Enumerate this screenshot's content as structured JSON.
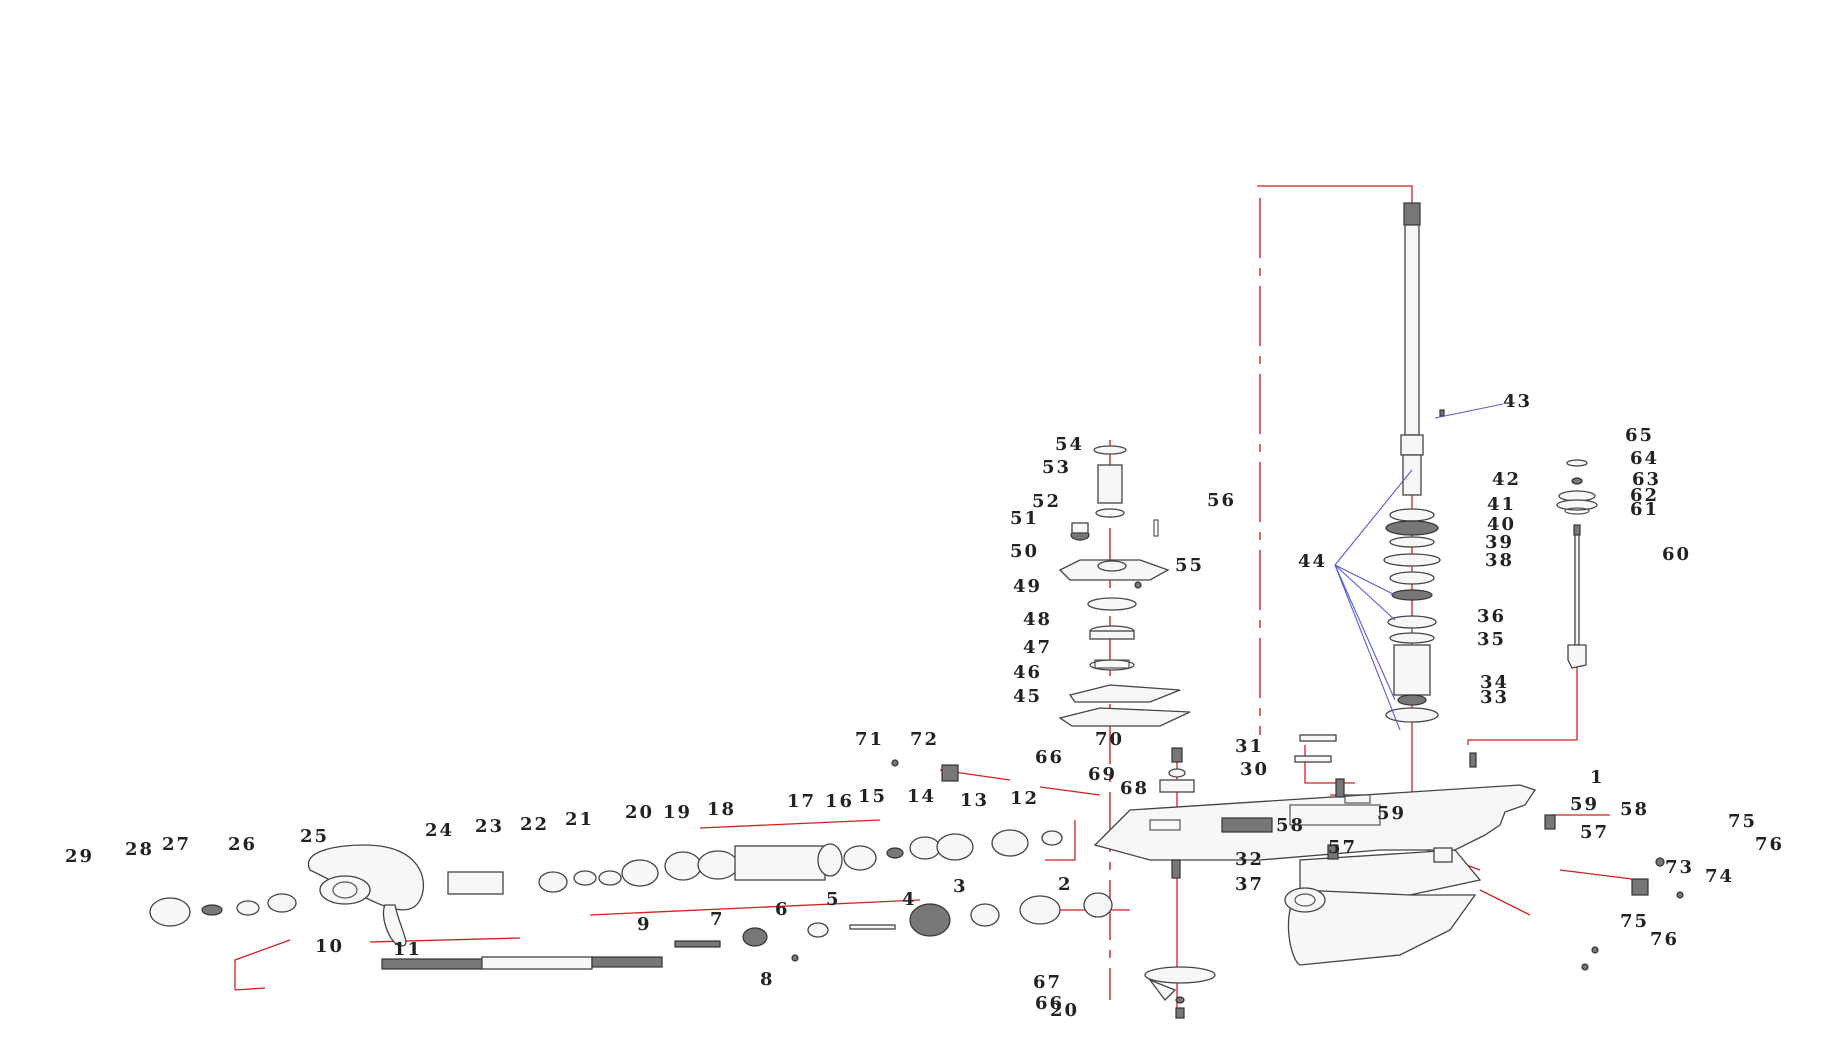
{
  "diagram": {
    "labels": [
      "1",
      "2",
      "3",
      "4",
      "5",
      "6",
      "7",
      "8",
      "9",
      "10",
      "11",
      "12",
      "13",
      "14",
      "15",
      "16",
      "17",
      "18",
      "19",
      "20",
      "20",
      "21",
      "22",
      "23",
      "24",
      "25",
      "26",
      "27",
      "28",
      "29",
      "30",
      "31",
      "32",
      "33",
      "34",
      "35",
      "36",
      "37",
      "38",
      "39",
      "40",
      "41",
      "42",
      "43",
      "44",
      "45",
      "46",
      "47",
      "48",
      "49",
      "50",
      "51",
      "52",
      "53",
      "54",
      "55",
      "56",
      "57",
      "57",
      "58",
      "58",
      "59",
      "59",
      "60",
      "61",
      "62",
      "63",
      "64",
      "65",
      "66",
      "66",
      "67",
      "68",
      "69",
      "70",
      "71",
      "72",
      "73",
      "74",
      "75",
      "75",
      "76",
      "76"
    ],
    "colors": {
      "axis": "#d61f1f",
      "leader": "#5a5ad8",
      "line": "#444444",
      "text": "#222222"
    }
  }
}
